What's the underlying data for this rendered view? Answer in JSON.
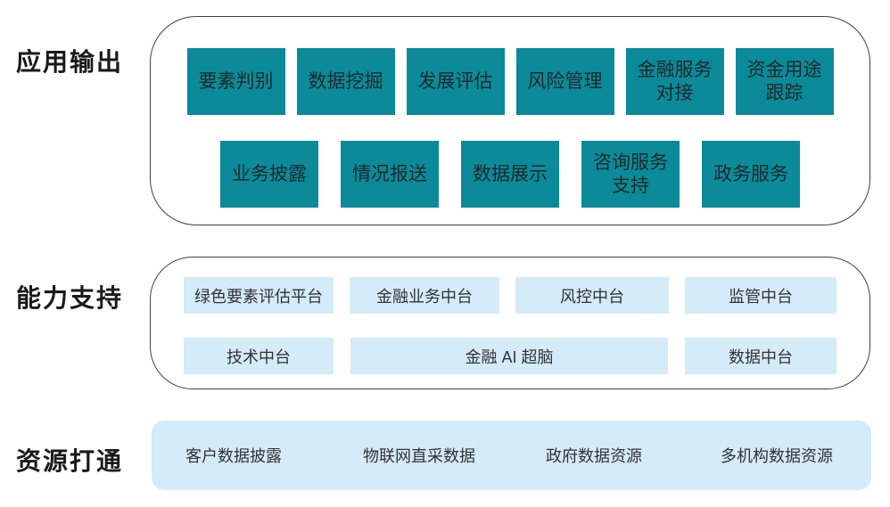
{
  "colors": {
    "teal_box": "#0b8a99",
    "light_blue_box": "#d4ebf8",
    "teal_box_text": "#1e2a2c",
    "light_box_text": "#333333",
    "section_label_text": "#1a1a1a",
    "panel_border": "#404040",
    "background": "#ffffff"
  },
  "sections": {
    "output": {
      "label": "应用输出",
      "row1": [
        "要素判别",
        "数据挖掘",
        "发展评估",
        "风险管理",
        "金融服务\n对接",
        "资金用途\n跟踪"
      ],
      "row2": [
        "业务披露",
        "情况报送",
        "数据展示",
        "咨询服务\n支持",
        "政务服务"
      ]
    },
    "capability": {
      "label": "能力支持",
      "row1": [
        "绿色要素评估平台",
        "金融业务中台",
        "风控中台",
        "监管中台"
      ],
      "row2": [
        "技术中台",
        "金融 AI 超脑",
        "数据中台"
      ]
    },
    "resource": {
      "label": "资源打通",
      "items": [
        "客户数据披露",
        "物联网直采数据",
        "政府数据资源",
        "多机构数据资源"
      ]
    }
  }
}
